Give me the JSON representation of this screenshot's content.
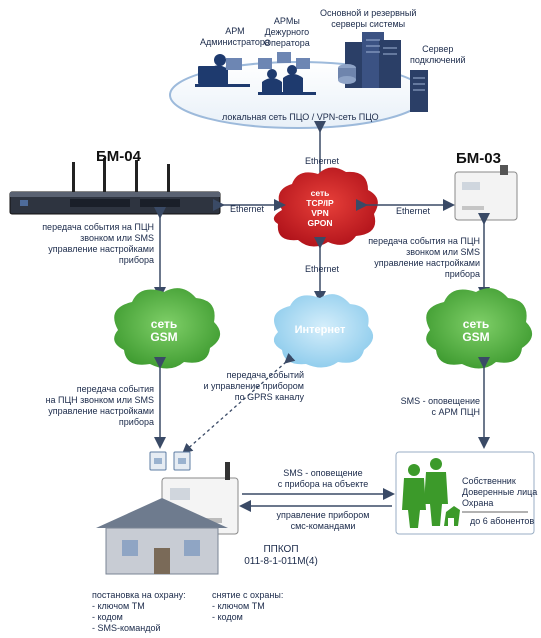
{
  "top": {
    "arm_admin": [
      "АРМ",
      "Администратора"
    ],
    "arm_duty": [
      "АРМы",
      "Дежурного",
      "Оператора"
    ],
    "servers": [
      "Основной и резервный",
      "серверы системы"
    ],
    "conn_server": [
      "Сервер",
      "подключений"
    ],
    "lan_label": "локальная сеть ПЦО / VPN-сеть ПЦО"
  },
  "links": {
    "ethernet_top": "Ethernet",
    "ethernet_left": "Ethernet",
    "ethernet_right": "Ethernet",
    "ethernet_bottom": "Ethernet"
  },
  "center_cloud": [
    "сеть",
    "TCP/IP",
    "VPN",
    "GPON"
  ],
  "bm04": {
    "title": "БМ-04",
    "desc": [
      "передача события на ПЦН",
      "звонком или SMS",
      "управление настройками",
      "прибора"
    ]
  },
  "bm03": {
    "title": "БМ-03",
    "desc": [
      "передача события на ПЦН",
      "звонком или SMS",
      "управление настройками",
      "прибора"
    ]
  },
  "gsm_left": [
    "сеть",
    "GSM"
  ],
  "gsm_right": [
    "сеть",
    "GSM"
  ],
  "internet": "Интернет",
  "mid_left_desc": [
    "передача события",
    "на ПЦН звонком или SMS",
    "управление настройками",
    "прибора"
  ],
  "mid_center_desc": [
    "передача событий",
    "и управление прибором",
    "по GPRS каналу"
  ],
  "sms_alert_right": [
    "SMS - оповещение",
    "с АРМ ПЦН"
  ],
  "sms_alert_obj": [
    "SMS - оповещение",
    "с прибора на объекте"
  ],
  "sms_control": [
    "управление прибором",
    "смс-командами"
  ],
  "owners": [
    "Собственник",
    "Доверенные лица",
    "Охрана"
  ],
  "owners_count": "до 6 абонентов",
  "device": {
    "name": "ППКОП",
    "model": "011-8-1-011М(4)"
  },
  "arm_list": {
    "title": "постановка на охрану:",
    "items": [
      "- ключом ТМ",
      "- кодом",
      "- SMS-командой"
    ]
  },
  "disarm_list": {
    "title": "снятие с охраны:",
    "items": [
      "- ключом ТМ",
      "- кодом"
    ]
  },
  "colors": {
    "gsm_green": "#4aa53a",
    "internet_blue": "#9fd4ef",
    "center_red": "#c8161d",
    "lan_ellipse_blue": "#a9c7e6",
    "text_navy": "#1b2a4a",
    "owners_green": "#3c9a2a"
  }
}
